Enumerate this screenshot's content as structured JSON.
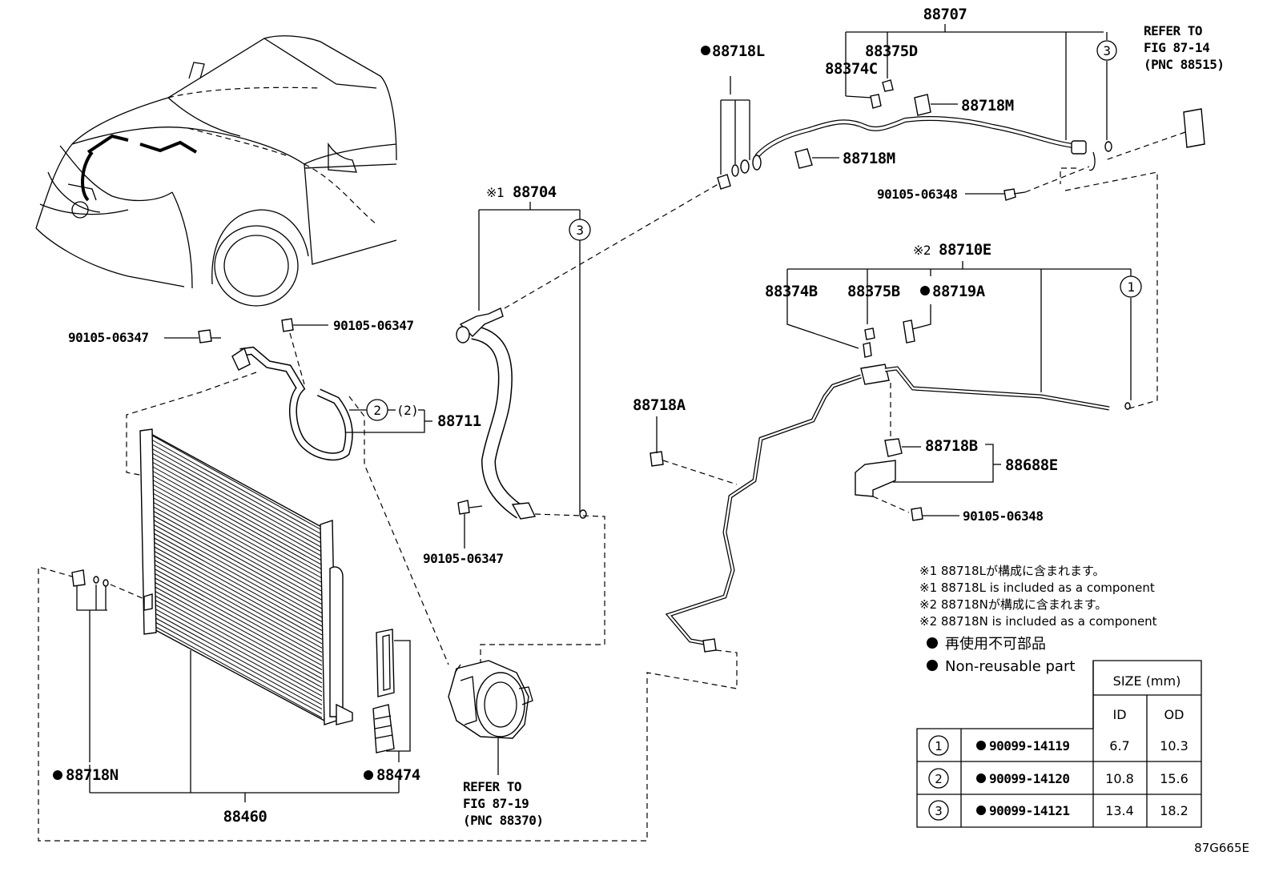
{
  "labels": {
    "p88707": "88707",
    "p88718L": "88718L",
    "p88375D": "88375D",
    "p88374C": "88374C",
    "p88718M_a": "88718M",
    "p88718M_b": "88718M",
    "p90105_06348_a": "90105-06348",
    "refer_a_1": "REFER TO",
    "refer_a_2": "FIG 87-14",
    "refer_a_3": "(PNC 88515)",
    "p88704_mark": "※1",
    "p88704": "88704",
    "p88710E_mark": "※2",
    "p88710E": "88710E",
    "p88374B": "88374B",
    "p88375B": "88375B",
    "p88719A": "88719A",
    "p90105_06347_a": "90105-06347",
    "p90105_06347_b": "90105-06347",
    "p88711_sub": "(2)",
    "p88711": "88711",
    "p88718A": "88718A",
    "p88718B": "88718B",
    "p88688E": "88688E",
    "p90105_06348_b": "90105-06348",
    "p90105_06347_c": "90105-06347",
    "p88718N": "88718N",
    "p88474": "88474",
    "p88460": "88460",
    "refer_b_1": "REFER TO",
    "refer_b_2": "FIG 87-19",
    "refer_b_3": "(PNC 88370)",
    "fig_code": "87G665E",
    "circle1": "1",
    "circle2": "2",
    "circle3": "3"
  },
  "notes": [
    "※1 88718Lが構成に含まれます。",
    "※1 88718L is included as a component",
    "※2 88718Nが構成に含まれます。",
    "※2 88718N is included as a component"
  ],
  "legend": [
    "再使用不可部品",
    "Non-reusable part"
  ],
  "size_table": {
    "header": "SIZE (mm)",
    "col_id": "ID",
    "col_od": "OD",
    "rows": [
      {
        "ref": "1",
        "part": "90099-14119",
        "id": "6.7",
        "od": "10.3"
      },
      {
        "ref": "2",
        "part": "90099-14120",
        "id": "10.8",
        "od": "15.6"
      },
      {
        "ref": "3",
        "part": "90099-14121",
        "id": "13.4",
        "od": "18.2"
      }
    ]
  }
}
